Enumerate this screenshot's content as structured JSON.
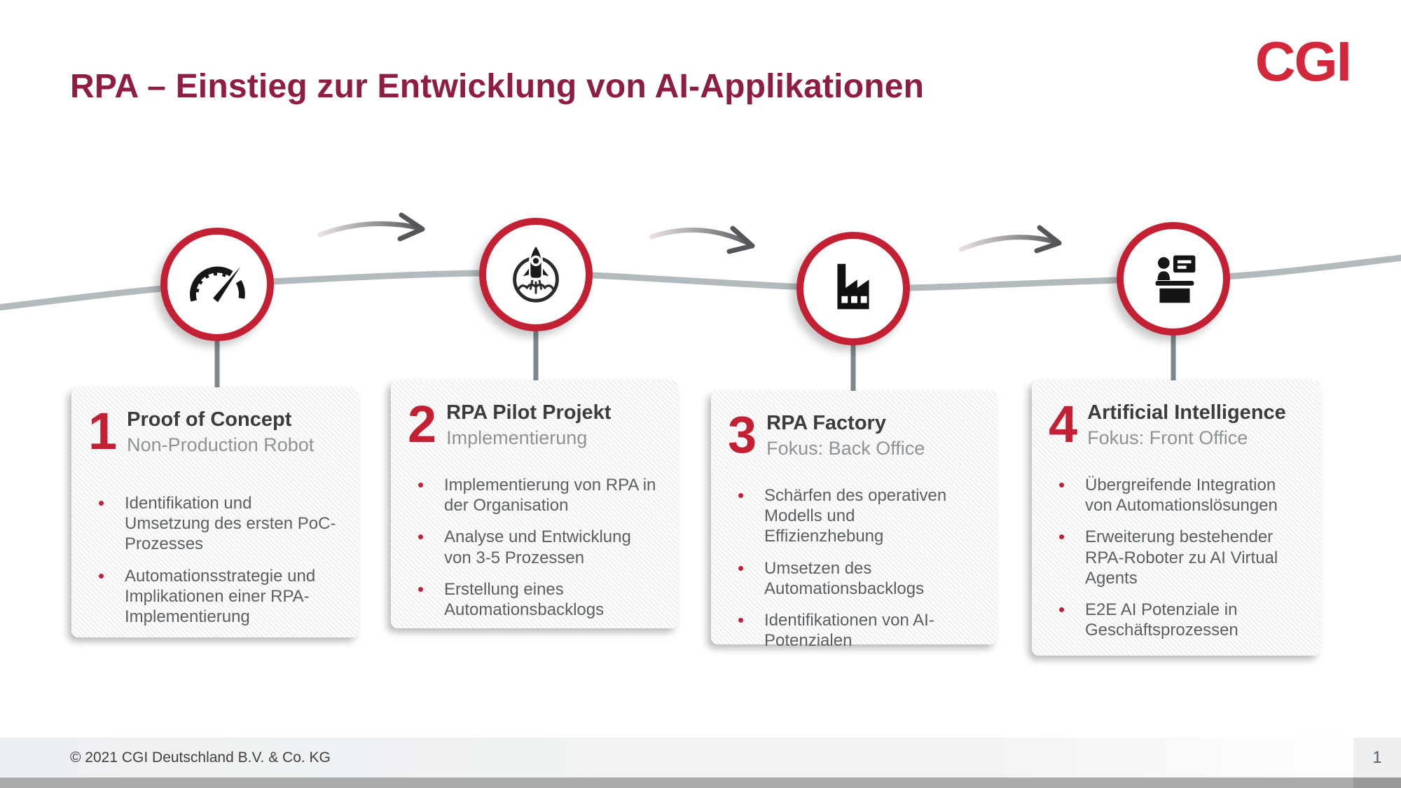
{
  "slide": {
    "title": "RPA – Einstieg zur Entwicklung von AI-Applikationen",
    "logo_text": "CGI",
    "footer_copyright": "© 2021 CGI Deutschland  B.V. & Co. KG",
    "page_number": "1"
  },
  "colors": {
    "title_maroon": "#8E1D41",
    "logo_red": "#D3283C",
    "accent_crimson": "#C32033",
    "timeline_gray": "#B3BABD",
    "connector_gray": "#7E888C",
    "arrow_dark": "#55565A",
    "card_title_dark": "#3C3C3C",
    "card_subtitle_gray": "#8C9296",
    "bullet_text_gray": "#595F62"
  },
  "steps": [
    {
      "number": "1",
      "icon": "speedometer-icon",
      "title": "Proof of Concept",
      "subtitle": "Non-Production Robot",
      "bullets": [
        "Identifikation und Umsetzung des ersten PoC-Prozesses",
        "Automationsstrategie und Implikationen einer RPA-Implementierung"
      ]
    },
    {
      "number": "2",
      "icon": "rocket-launch-icon",
      "title": "RPA Pilot Projekt",
      "subtitle": "Implementierung",
      "bullets": [
        "Implementierung von RPA in der Organisation",
        "Analyse und Entwicklung von 3-5 Prozessen",
        "Erstellung eines Automationsbacklogs"
      ]
    },
    {
      "number": "3",
      "icon": "factory-icon",
      "title": "RPA Factory",
      "subtitle": "Fokus: Back Office",
      "bullets": [
        "Schärfen des operativen Modells und Effizienzhebung",
        "Umsetzen des Automationsbacklogs",
        "Identifikationen von AI-Potenzialen"
      ]
    },
    {
      "number": "4",
      "icon": "front-office-desk-icon",
      "title": "Artificial Intelligence",
      "subtitle": "Fokus: Front Office",
      "bullets": [
        "Übergreifende Integration von Automationslösungen",
        "Erweiterung bestehender RPA-Roboter zu AI Virtual Agents",
        "E2E AI Potenziale in Geschäftsprozessen"
      ]
    }
  ]
}
